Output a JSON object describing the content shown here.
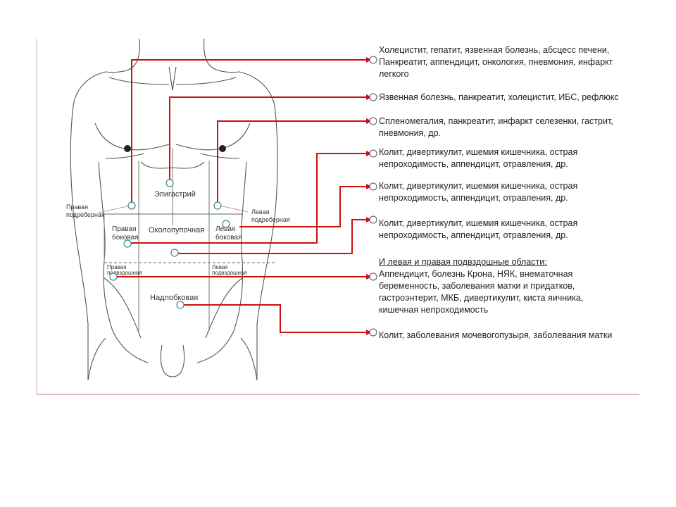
{
  "regions": {
    "right_hypochondriac": "Правая подреберная",
    "left_hypochondriac": "Левая подреберная",
    "epigastric": "Эпигастрий",
    "right_lateral": "Правая боковая",
    "umbilical": "Околопупочная",
    "left_lateral": "Левая боковая",
    "right_iliac": "Правая подвздошная",
    "left_iliac": "Левая подвздошная",
    "hypogastric": "Надлобковая"
  },
  "conditions": [
    {
      "line1": "Холецистит, гепатит, язвенная болезнь, абсцесс печени,",
      "line2": "Панкреатит, аппендицит, онкология, пневмония, инфаркт",
      "line3": "легкого"
    },
    {
      "line1": "Язвенная болезнь, панкреатит, холецистит, ИБС, рефлюкс"
    },
    {
      "line1": "Спленомегалия, панкреатит,  инфаркт селезенки, гастрит,",
      "line2": "пневмония, др."
    },
    {
      "line1": "Колит, дивертикулит, ишемия кишечника, острая",
      "line2": "непроходимость, аппендицит, отравления, др."
    },
    {
      "line1": "Колит, дивертикулит, ишемия кишечника, острая",
      "line2": "непроходимость, аппендицит, отравления, др."
    },
    {
      "line1": "Колит, дивертикулит, ишемия кишечника, острая",
      "line2": "непроходимость, аппендицит, отравления, др."
    },
    {
      "heading": "И левая и правая подвздошные области:",
      "line1": "Аппендицит, болезнь Крона, НЯК, внематочная",
      "line2": "беременность, заболевания матки и придатков,",
      "line3": "гастроэнтерит, МКБ, дивертикулит, киста яичника,",
      "line4": "кишечная непроходимость"
    },
    {
      "line1": "Колит, заболевания мочевогопузыря, заболевания матки"
    }
  ],
  "colors": {
    "connector": "#cc1111",
    "outline": "#555555",
    "marker": "#3a8a8a",
    "frame": "#bbbbbb"
  }
}
